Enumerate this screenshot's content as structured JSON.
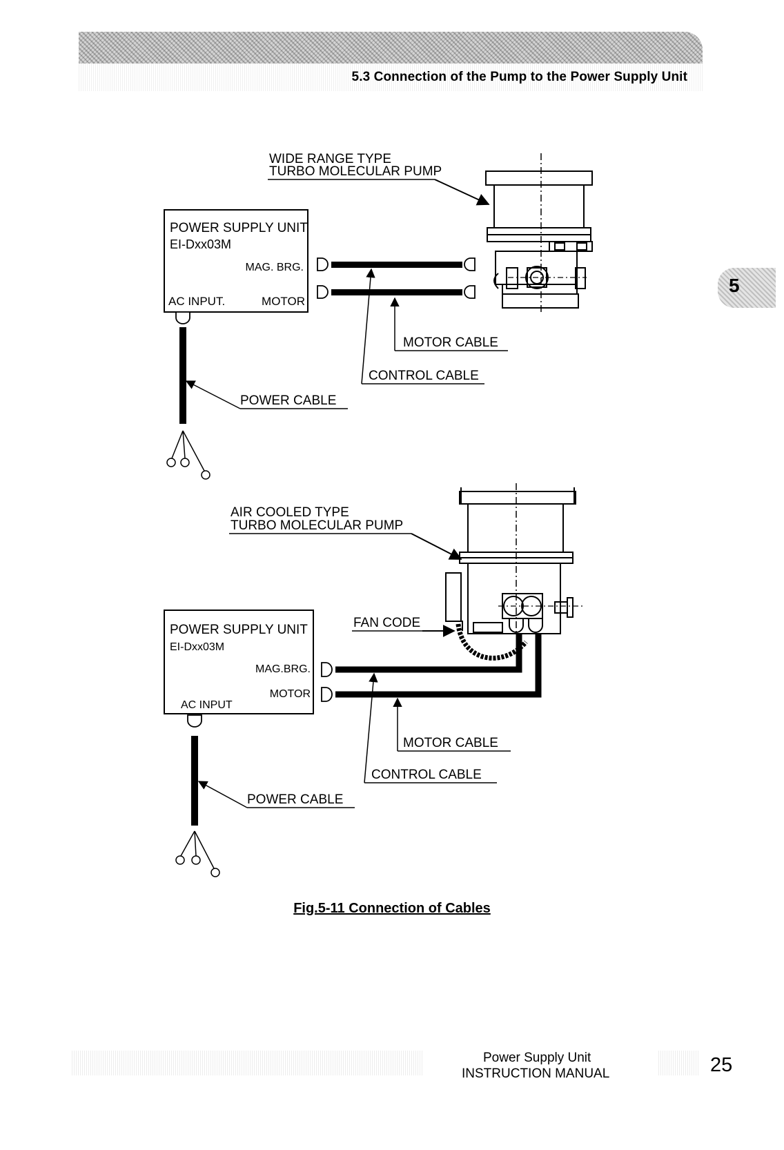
{
  "header": {
    "section_title": "5.3   Connection of the Pump to the Power Supply Unit"
  },
  "chapter_tab": {
    "number": "5"
  },
  "diagram_top": {
    "pump_label_line1": "WIDE RANGE TYPE",
    "pump_label_line2": "TURBO MOLECULAR PUMP",
    "psu_title": "POWER SUPPLY UNIT",
    "psu_model": "EI-Dxx03M",
    "mag_brg": "MAG. BRG.",
    "ac_input": "AC INPUT.",
    "motor": "MOTOR",
    "motor_cable": "MOTOR CABLE",
    "control_cable": "CONTROL CABLE",
    "power_cable": "POWER CABLE"
  },
  "diagram_bottom": {
    "pump_label_line1": "AIR COOLED TYPE",
    "pump_label_line2": "TURBO MOLECULAR PUMP",
    "psu_title": "POWER SUPPLY UNIT",
    "psu_model": "EI-Dxx03M",
    "mag_brg": "MAG.BRG.",
    "motor": "MOTOR",
    "ac_input": "AC INPUT",
    "fan_code": "FAN CODE",
    "motor_cable": "MOTOR CABLE",
    "control_cable": "CONTROL CABLE",
    "power_cable": "POWER CABLE"
  },
  "caption": "Fig.5-11   Connection of Cables",
  "footer": {
    "line1": "Power Supply Unit",
    "line2": "INSTRUCTION MANUAL",
    "page_number": "25"
  }
}
